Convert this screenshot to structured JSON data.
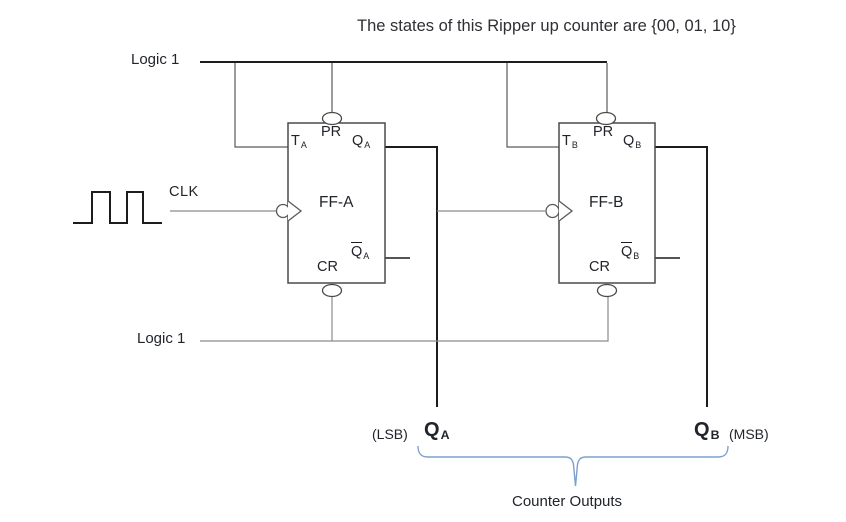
{
  "title": "The states of this Ripper up counter are {00, 01, 10}",
  "labels": {
    "logic1_top": "Logic 1",
    "logic1_bottom": "Logic 1",
    "clk": "CLK",
    "counter_outputs": "Counter Outputs",
    "lsb": "(LSB)",
    "msb": "(MSB)"
  },
  "flip_flops": [
    {
      "name": "FF-A",
      "t": {
        "base": "T",
        "sub": "A"
      },
      "pr": "PR",
      "q": {
        "base": "Q",
        "sub": "A"
      },
      "qbar": {
        "base": "Q",
        "sub": "A"
      },
      "cr": "CR"
    },
    {
      "name": "FF-B",
      "t": {
        "base": "T",
        "sub": "B"
      },
      "pr": "PR",
      "q": {
        "base": "Q",
        "sub": "B"
      },
      "qbar": {
        "base": "Q",
        "sub": "B"
      },
      "cr": "CR"
    }
  ],
  "outputs": {
    "qa": {
      "base": "Q",
      "sub": "A"
    },
    "qb": {
      "base": "Q",
      "sub": "B"
    }
  },
  "colors": {
    "wire_black": "#1c1c1c",
    "wire_mid": "#5a5a5a",
    "wire_gray": "#8c8c8c",
    "box_border": "#4a4a4a",
    "brace_blue": "#7da0cf",
    "text_dark": "#21242a"
  }
}
